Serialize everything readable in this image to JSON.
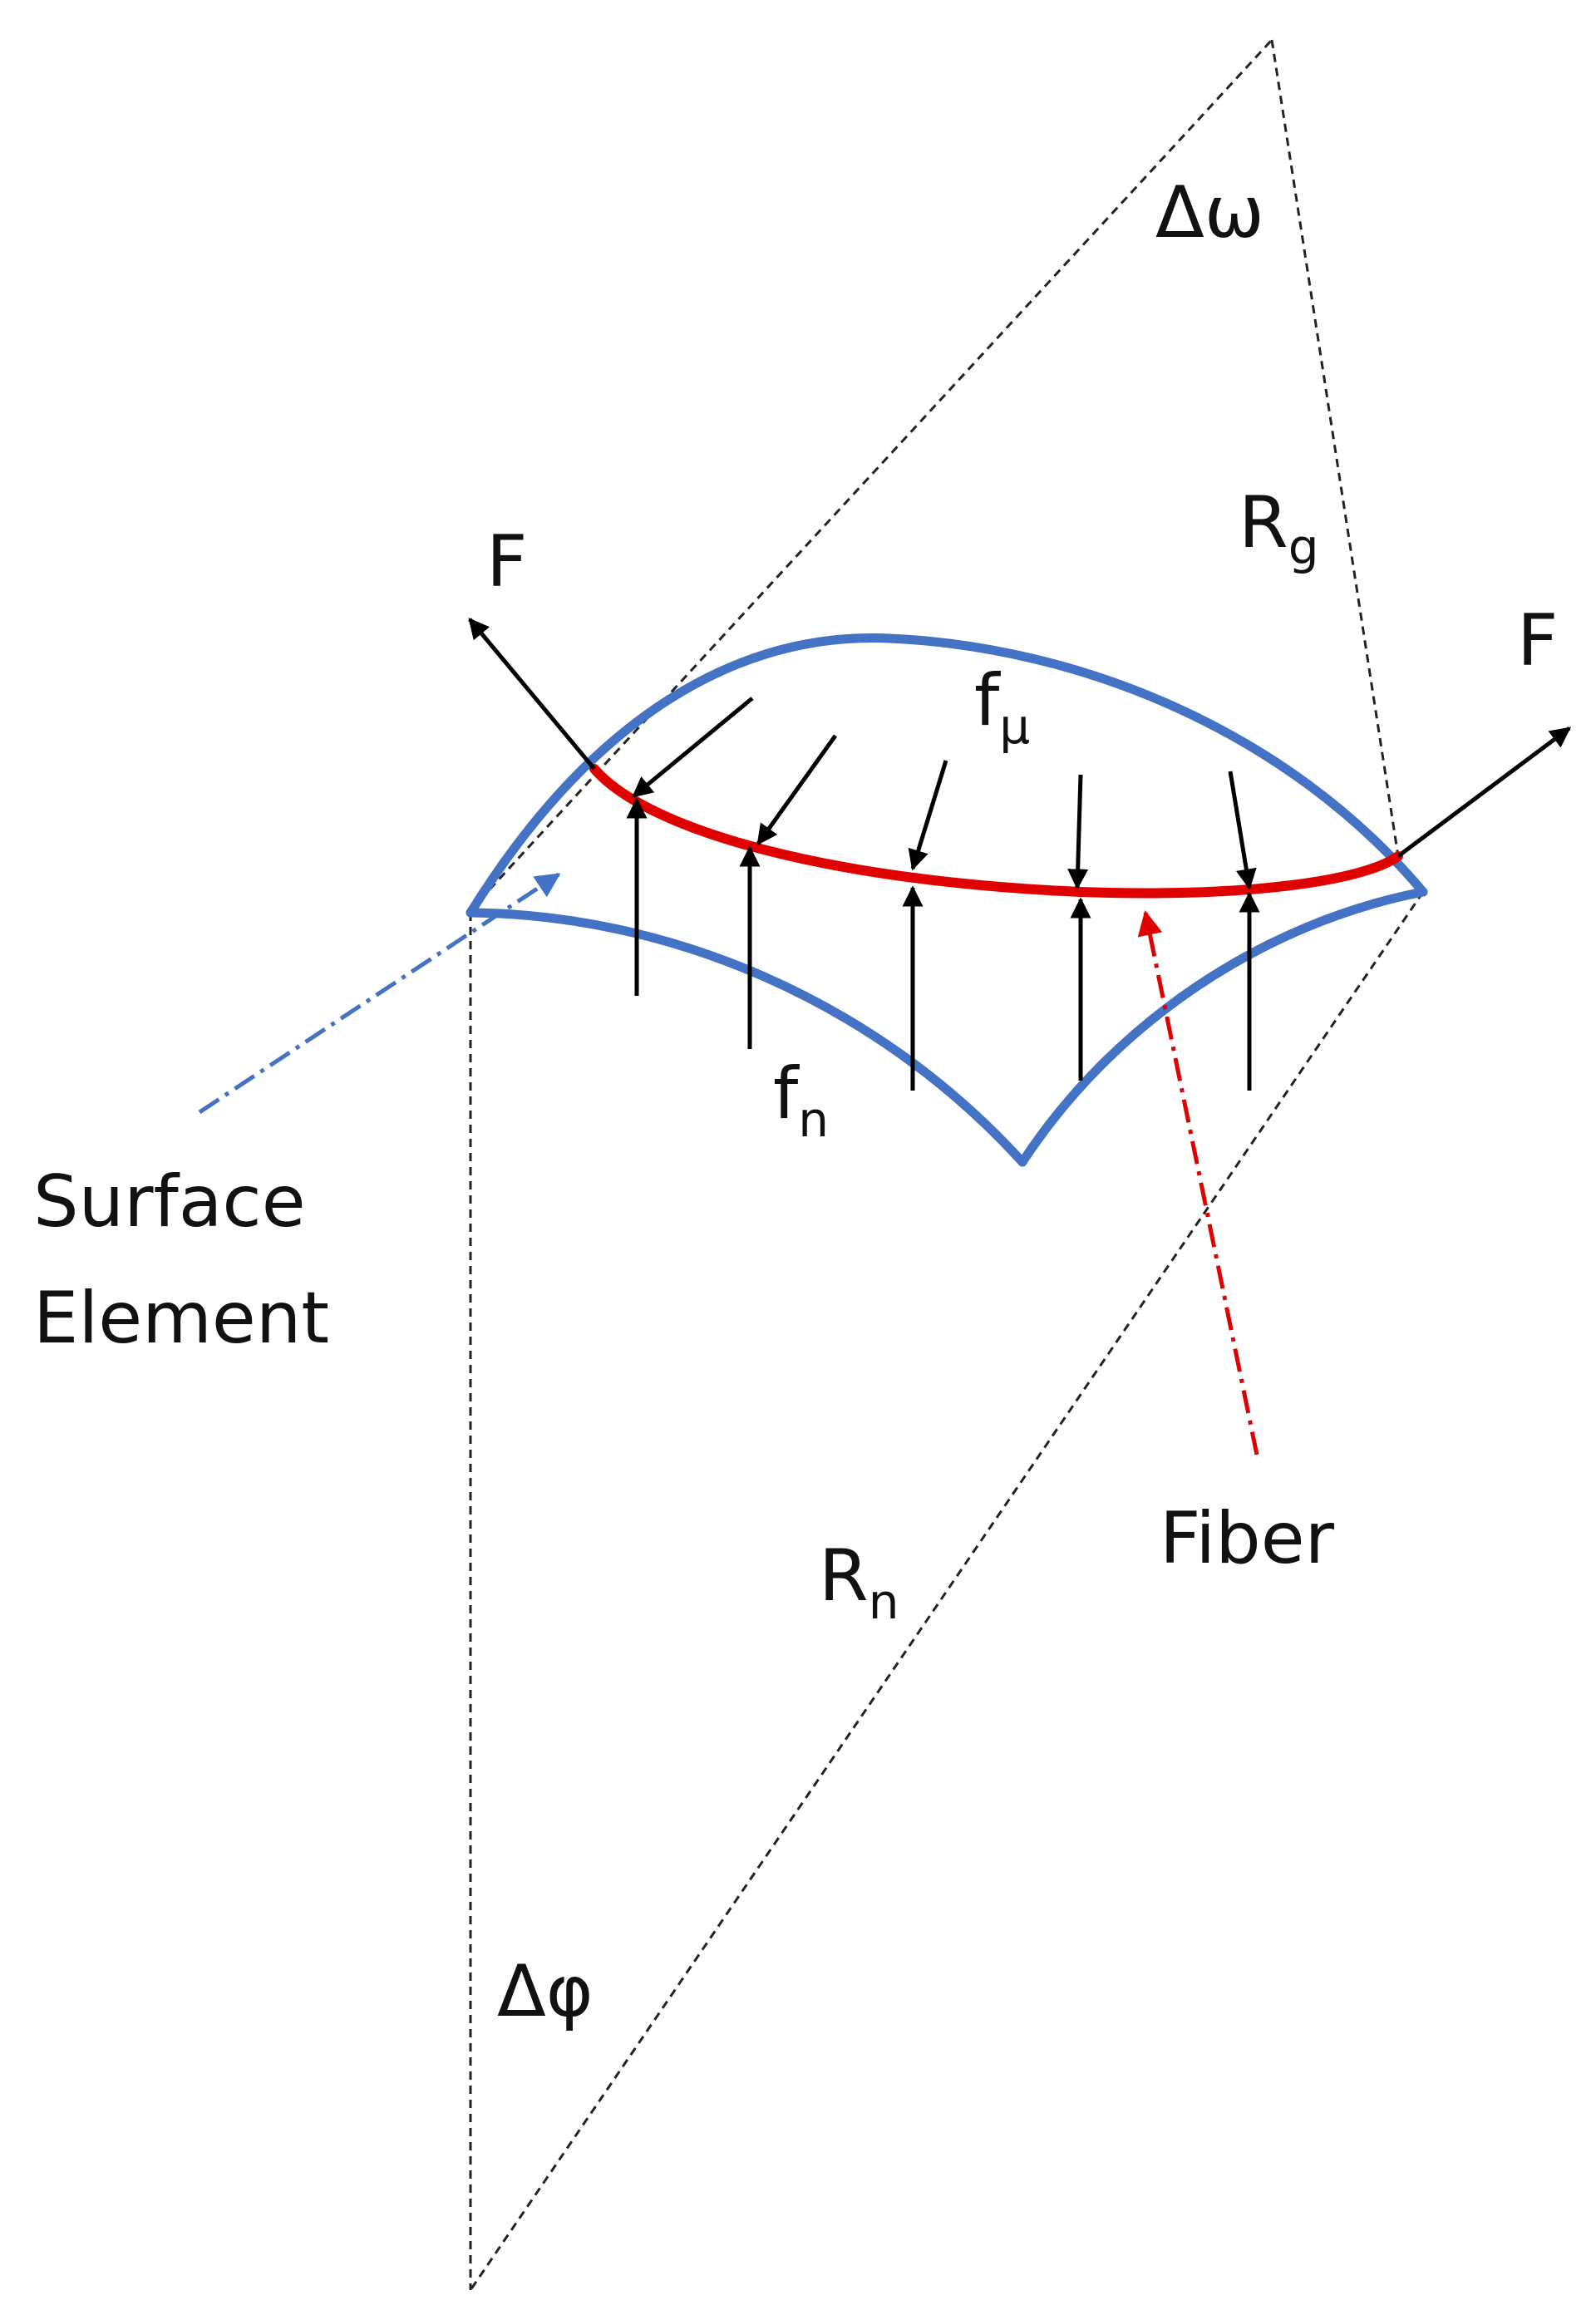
{
  "labels": {
    "delta_omega": "Δω",
    "r_g": "R",
    "r_g_sub": "g",
    "f_left": "F",
    "f_right": "F",
    "f_mu": "f",
    "f_mu_sub": "μ",
    "f_n": "f",
    "f_n_sub": "n",
    "surface_element_line1": "Surface",
    "surface_element_line2": "Element",
    "fiber": "Fiber",
    "r_n": "R",
    "r_n_sub": "n",
    "delta_phi": "Δφ"
  },
  "colors": {
    "surface": "#4472c4",
    "fiber": "#e00000",
    "dashed": "#222222",
    "arrow": "#000000"
  }
}
